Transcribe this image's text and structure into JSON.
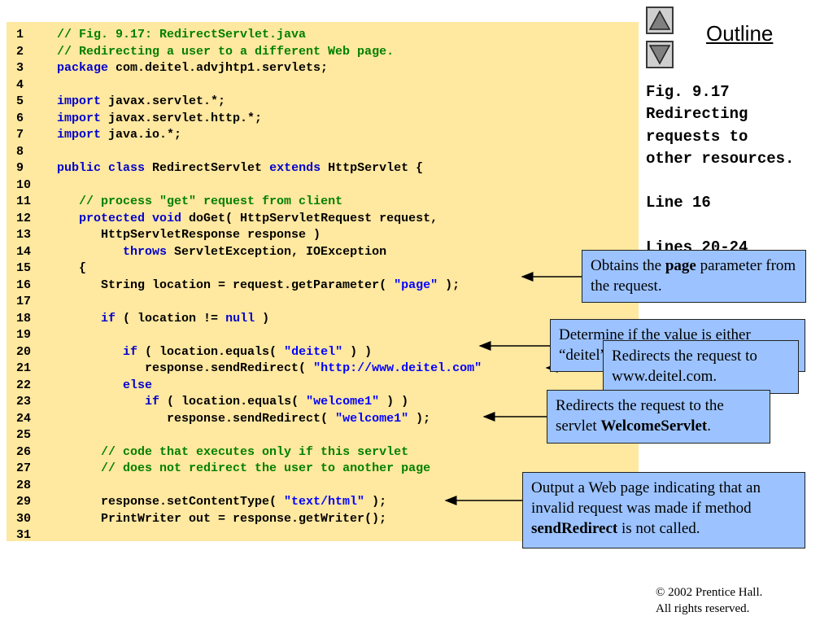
{
  "code": {
    "lines": [
      {
        "num": "1",
        "tokens": [
          [
            "c",
            "// Fig. 9.17: RedirectServlet.java"
          ]
        ]
      },
      {
        "num": "2",
        "tokens": [
          [
            "c",
            "// Redirecting a user to a different Web page."
          ]
        ]
      },
      {
        "num": "3",
        "tokens": [
          [
            "k",
            "package"
          ],
          [
            "p",
            " com.deitel.advjhtp1.servlets;"
          ]
        ]
      },
      {
        "num": "4",
        "tokens": []
      },
      {
        "num": "5",
        "tokens": [
          [
            "k",
            "import"
          ],
          [
            "p",
            " javax.servlet.*;"
          ]
        ]
      },
      {
        "num": "6",
        "tokens": [
          [
            "k",
            "import"
          ],
          [
            "p",
            " javax.servlet.http.*;"
          ]
        ]
      },
      {
        "num": "7",
        "tokens": [
          [
            "k",
            "import"
          ],
          [
            "p",
            " java.io.*;"
          ]
        ]
      },
      {
        "num": "8",
        "tokens": []
      },
      {
        "num": "9",
        "tokens": [
          [
            "k",
            "public class"
          ],
          [
            "p",
            " RedirectServlet "
          ],
          [
            "k",
            "extends"
          ],
          [
            "p",
            " HttpServlet {"
          ]
        ]
      },
      {
        "num": "10",
        "tokens": []
      },
      {
        "num": "11",
        "tokens": [
          [
            "p",
            "   "
          ],
          [
            "c",
            "// process \"get\" request from client"
          ]
        ]
      },
      {
        "num": "12",
        "tokens": [
          [
            "p",
            "   "
          ],
          [
            "k",
            "protected void"
          ],
          [
            "p",
            " doGet( HttpServletRequest request,"
          ]
        ]
      },
      {
        "num": "13",
        "tokens": [
          [
            "p",
            "      HttpServletResponse response )"
          ]
        ]
      },
      {
        "num": "14",
        "tokens": [
          [
            "p",
            "         "
          ],
          [
            "k",
            "throws"
          ],
          [
            "p",
            " ServletException, IOException"
          ]
        ]
      },
      {
        "num": "15",
        "tokens": [
          [
            "p",
            "   {"
          ]
        ]
      },
      {
        "num": "16",
        "tokens": [
          [
            "p",
            "      String location = request.getParameter( "
          ],
          [
            "s",
            "\"page\""
          ],
          [
            "p",
            " );"
          ]
        ]
      },
      {
        "num": "17",
        "tokens": []
      },
      {
        "num": "18",
        "tokens": [
          [
            "p",
            "      "
          ],
          [
            "k",
            "if"
          ],
          [
            "p",
            " ( location != "
          ],
          [
            "k",
            "null"
          ],
          [
            "p",
            " )"
          ]
        ]
      },
      {
        "num": "19",
        "tokens": []
      },
      {
        "num": "20",
        "tokens": [
          [
            "p",
            "         "
          ],
          [
            "k",
            "if"
          ],
          [
            "p",
            " ( location.equals( "
          ],
          [
            "s",
            "\"deitel\""
          ],
          [
            "p",
            " ) )"
          ]
        ]
      },
      {
        "num": "21",
        "tokens": [
          [
            "p",
            "            response.sendRedirect( "
          ],
          [
            "s",
            "\"http://www.deitel.com\""
          ]
        ]
      },
      {
        "num": "22",
        "tokens": [
          [
            "p",
            "         "
          ],
          [
            "k",
            "else"
          ]
        ]
      },
      {
        "num": "23",
        "tokens": [
          [
            "p",
            "            "
          ],
          [
            "k",
            "if"
          ],
          [
            "p",
            " ( location.equals( "
          ],
          [
            "s",
            "\"welcome1\""
          ],
          [
            "p",
            " ) )"
          ]
        ]
      },
      {
        "num": "24",
        "tokens": [
          [
            "p",
            "               response.sendRedirect( "
          ],
          [
            "s",
            "\"welcome1\""
          ],
          [
            "p",
            " );"
          ]
        ]
      },
      {
        "num": "25",
        "tokens": []
      },
      {
        "num": "26",
        "tokens": [
          [
            "p",
            "      "
          ],
          [
            "c",
            "// code that executes only if this servlet"
          ]
        ]
      },
      {
        "num": "27",
        "tokens": [
          [
            "p",
            "      "
          ],
          [
            "c",
            "// does not redirect the user to another page"
          ]
        ]
      },
      {
        "num": "28",
        "tokens": []
      },
      {
        "num": "29",
        "tokens": [
          [
            "p",
            "      response.setContentType( "
          ],
          [
            "s",
            "\"text/html\""
          ],
          [
            "p",
            " );"
          ]
        ]
      },
      {
        "num": "30",
        "tokens": [
          [
            "p",
            "      PrintWriter out = response.getWriter();"
          ]
        ]
      },
      {
        "num": "31",
        "tokens": []
      }
    ]
  },
  "colors": {
    "panel_bg": "#ffe8a0",
    "callout_bg": "#9cc3ff",
    "comment": "#008000",
    "keyword": "#0000cc",
    "string": "#0000ff"
  },
  "nav": {
    "outline_label": "Outline",
    "up_icon": "triangle-up-icon",
    "down_icon": "triangle-down-icon"
  },
  "caption": {
    "fig": "Fig. 9.17",
    "title_line1": "Redirecting",
    "title_line2": "requests to",
    "title_line3": "other resources.",
    "line_ref": "Line 16",
    "lines_ref": "Lines 20-24"
  },
  "callouts": {
    "obtains": {
      "pre": "Obtains the ",
      "bold": "page",
      "post": " parameter from the request."
    },
    "determine": {
      "text": "Determine if the value is either “deitel” or “welcome1”."
    },
    "deitel": {
      "text": "Redirects the request to www.deitel.com."
    },
    "welcome": {
      "pre": "Redirects the request to the servlet ",
      "bold": "WelcomeServlet",
      "post": "."
    },
    "output": {
      "pre": "Output a Web page indicating that an invalid request was made if method ",
      "bold": "sendRedirect",
      "post": " is not called."
    }
  },
  "footer": {
    "copyright_line1": "© 2002 Prentice Hall.",
    "copyright_line2": "All rights reserved."
  }
}
